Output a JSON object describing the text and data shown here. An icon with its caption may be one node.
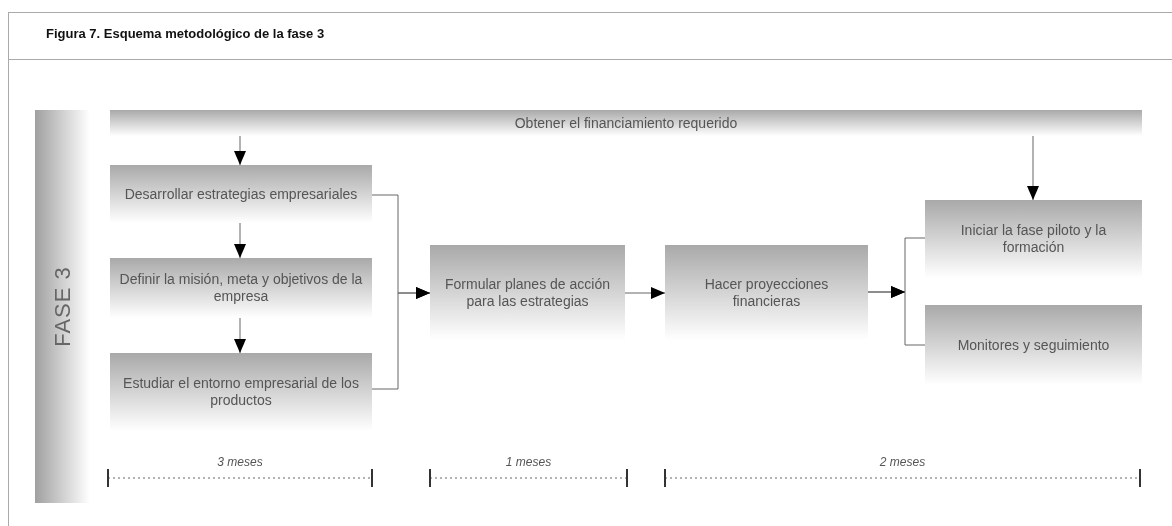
{
  "diagram": {
    "title": "Figura 7. Esquema metodológico de la fase 3",
    "nodes": [
      {
        "text": [
          "FASE 3"
        ]
      },
      {
        "text": [
          "Obtener el financiamiento requerido"
        ]
      },
      {
        "text": [
          "Desarrollar estrategias empresariales"
        ]
      },
      {
        "text": [
          "Definir la misión, meta y objetivos de la empresa"
        ]
      },
      {
        "text": [
          "Estudiar el entorno empresarial de los productos"
        ]
      },
      {
        "text": [
          "Formular planes de acción para las estrategias"
        ]
      },
      {
        "text": [
          "Hacer proyecciones financieras"
        ]
      },
      {
        "text": [
          "Iniciar la fase piloto y la formación"
        ]
      },
      {
        "text": [
          "Monitores y seguimiento"
        ]
      }
    ],
    "edges": [
      {
        "from": 1,
        "to": 2,
        "arrow": "to"
      },
      {
        "from": 2,
        "to": 3,
        "arrow": "to"
      },
      {
        "from": 3,
        "to": 4,
        "arrow": "to"
      },
      {
        "from": 2,
        "to": 5,
        "arrow": "to"
      },
      {
        "from": 4,
        "to": 5,
        "arrow": "to"
      },
      {
        "from": 5,
        "to": 6,
        "arrow": "to"
      },
      {
        "from": 6,
        "to": 7,
        "arrow": "to"
      },
      {
        "from": 6,
        "to": 8,
        "arrow": "to"
      },
      {
        "from": 1,
        "to": 7,
        "arrow": "to"
      }
    ],
    "labels": [
      "3 meses",
      "1 meses",
      "2 meses"
    ]
  }
}
